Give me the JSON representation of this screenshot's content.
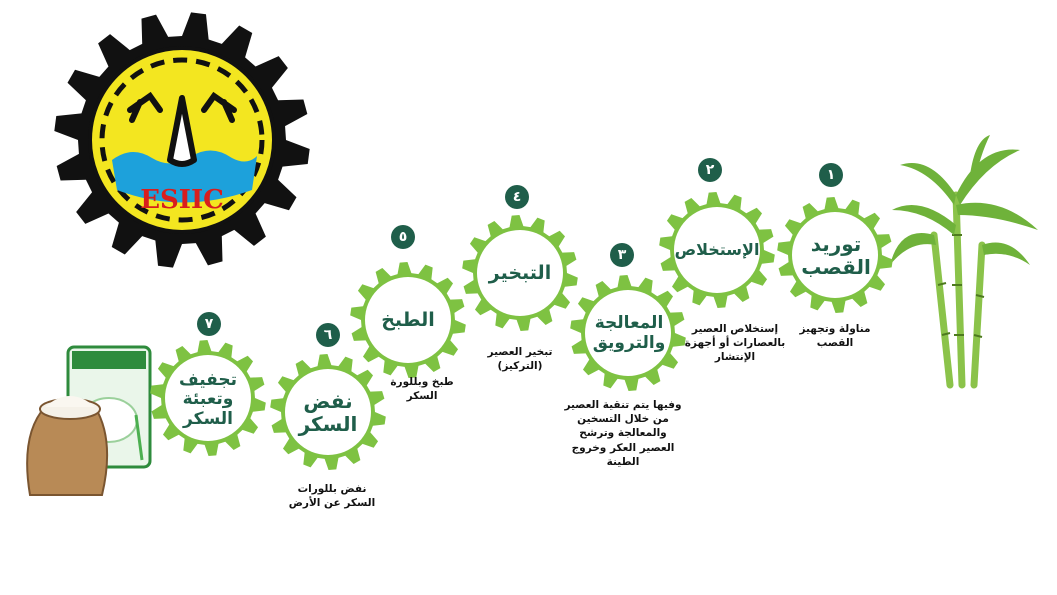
{
  "logo": {
    "text": "ESIIC"
  },
  "colors": {
    "gear_green": "#7ec242",
    "gear_inner": "#ffffff",
    "dark_green": "#1f5e4a"
  },
  "steps": [
    {
      "number": "١",
      "title": "توريد\nالقصب",
      "description": "مناولة وتجهيز\nالقصب"
    },
    {
      "number": "٢",
      "title": "الإستخلاص",
      "description": "إستخلاص العصير\nبالعصارات أو أجهزة\nالإنتشار"
    },
    {
      "number": "٣",
      "title": "المعالجة\nوالترويق",
      "description": "وفيها يتم تنقية العصير\nمن خلال التسخين\nوالمعالجة وترشح\nالعصير العكر وخروج\nالطينة"
    },
    {
      "number": "٤",
      "title": "التبخير",
      "description": "تبخير العصير\n(التركيز)"
    },
    {
      "number": "٥",
      "title": "الطبخ",
      "description": "طبخ وبللورة\nالسكر"
    },
    {
      "number": "٦",
      "title": "نفض\nالسكر",
      "description": "نفض بللورات\nالسكر عن الأرض"
    },
    {
      "number": "٧",
      "title": "تجفيف\nوتعبئة\nالسكر",
      "description": ""
    }
  ]
}
